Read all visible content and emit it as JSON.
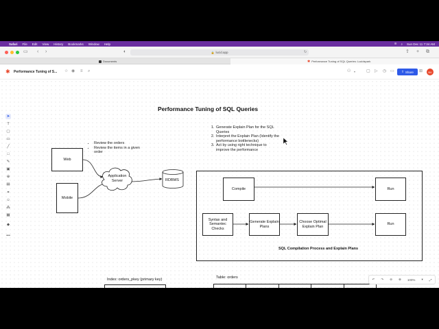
{
  "menubar": {
    "app": "Safari",
    "items": [
      "File",
      "Edit",
      "View",
      "History",
      "Bookmarks",
      "Window",
      "Help"
    ],
    "clock": "Sun Dec 11  7:34 AM"
  },
  "browser": {
    "url": "lucid.app",
    "tabs": [
      {
        "label": "Documents"
      },
      {
        "label": "Performance Tuning of SQL Queries: Lucidspark"
      }
    ]
  },
  "app": {
    "doc_title": "Performance Tuning of S...",
    "share_label": "Share",
    "avatar_initials": "BV"
  },
  "diagram": {
    "title": "Performance Tuning of SQL Queries",
    "nodes": {
      "web": "Web",
      "mobile": "Mobile",
      "app_server": "Application Server",
      "rdbms": "RDBMS",
      "compile": "Compile",
      "run_top": "Run",
      "syntax": "Syntax and Semantec Checks",
      "generate": "Generate Explain Plans",
      "choose": "Choose Optimal Explain Plan",
      "run_bottom": "Run"
    },
    "bullets": [
      "Review the orders",
      "Review the items in a given order"
    ],
    "steps": [
      "Generate Explain Plan for the SQL Queries",
      "Interpret the Explain Plan (Identify the performance bottlenecks)",
      "Act by using right technique to improve the performance"
    ],
    "process_caption": "SQL Compilation Process and Explain Plans",
    "index_label": "Index: orders_pkey (primary key)",
    "table_label": "Table: orders"
  },
  "zoom": {
    "level": "100%"
  },
  "colors": {
    "menubar": "#6a2ea0",
    "accent": "#2e5ae8",
    "brand": "#e8472b"
  }
}
